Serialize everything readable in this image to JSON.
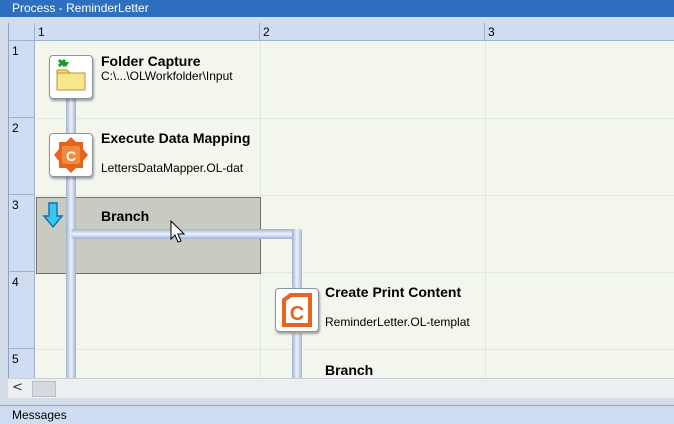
{
  "window": {
    "title": "Process - ReminderLetter"
  },
  "grid": {
    "columns": [
      "1",
      "2",
      "3"
    ],
    "rows": [
      "1",
      "2",
      "3",
      "4",
      "5"
    ]
  },
  "steps": [
    {
      "title": "Folder Capture",
      "subtitle": "C:\\...\\OLWorkfolder\\Input",
      "icon": "folder-capture-icon"
    },
    {
      "title": "Execute Data Mapping",
      "subtitle": "LettersDataMapper.OL-dat",
      "icon": "data-mapping-icon"
    },
    {
      "title": "Branch",
      "subtitle": "",
      "icon": "branch-arrow-icon"
    },
    {
      "title": "Create Print Content",
      "subtitle": "ReminderLetter.OL-templat",
      "icon": "print-content-icon"
    },
    {
      "title": "Branch",
      "subtitle": "",
      "icon": "branch-icon"
    }
  ],
  "scrollbar": {
    "left_arrow": "<"
  },
  "messages": {
    "label": "Messages"
  },
  "colors": {
    "titlebar": "#2f6fc0",
    "header": "#cfdcf1",
    "branch_selected": "#c8cbc1",
    "icon_orange": "#e8641c"
  }
}
